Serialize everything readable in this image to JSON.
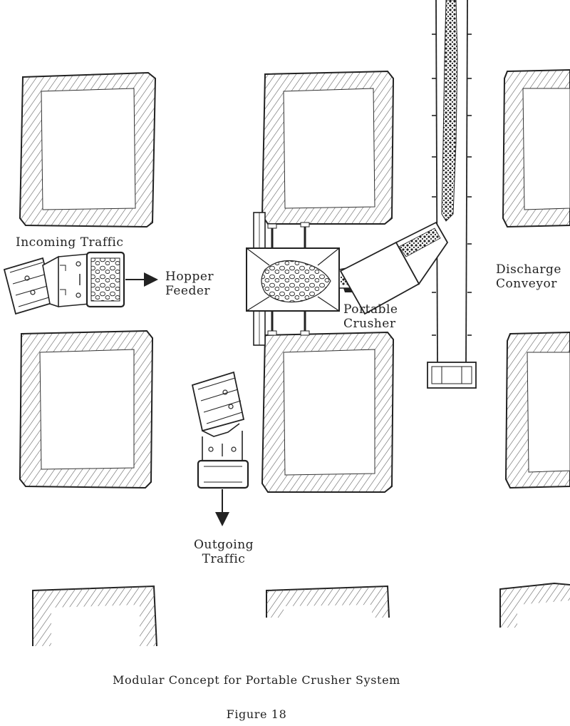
{
  "labels": {
    "incoming_traffic": "Incoming Traffic",
    "hopper_feeder_line1": "Hopper",
    "hopper_feeder_line2": "Feeder",
    "portable_crusher_line1": "Portable",
    "portable_crusher_line2": "Crusher",
    "discharge_conveyor_line1": "Discharge",
    "discharge_conveyor_line2": "Conveyor",
    "outgoing_traffic_line1": "Outgoing",
    "outgoing_traffic_line2": "Traffic"
  },
  "caption": "Modular Concept for Portable Crusher System",
  "figure_number": "Figure  18",
  "colors": {
    "ink": "#222222",
    "pillar_hatch": "#555555",
    "background": "#ffffff"
  }
}
